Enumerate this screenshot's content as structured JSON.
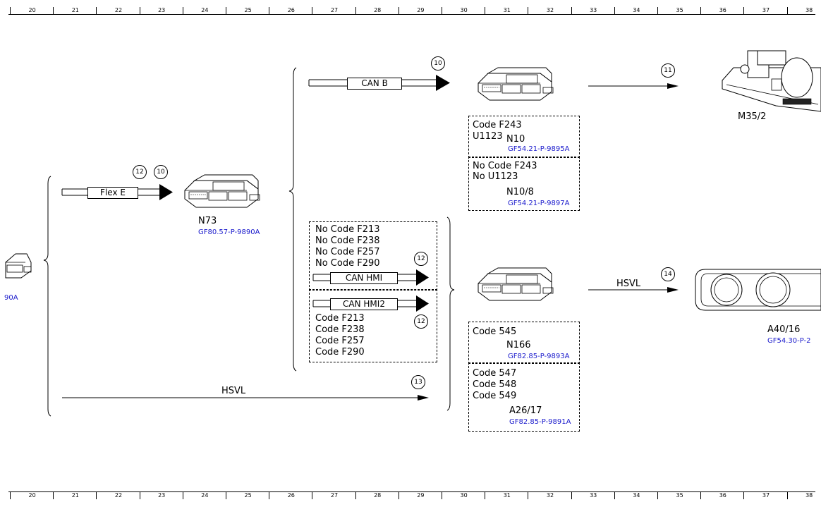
{
  "ruler": {
    "start": 20,
    "labels": [
      "20",
      "21",
      "22",
      "23",
      "24",
      "25",
      "26",
      "27",
      "28",
      "29",
      "30",
      "31",
      "32",
      "33",
      "34",
      "35",
      "36",
      "37",
      "38"
    ]
  },
  "buses": {
    "flex_e": "Flex E",
    "can_b": "CAN B",
    "can_hmi": "CAN HMI",
    "can_hmi2": "CAN HMI2",
    "hsvl_bottom": "HSVL",
    "hsvl_right": "HSVL"
  },
  "callouts": {
    "c12_flex": "12",
    "c10_flex": "10",
    "c10_canb": "10",
    "c11": "11",
    "c12_hmi": "12",
    "c12_hmi2": "12",
    "c13": "13",
    "c14": "14"
  },
  "components": {
    "left_ref": "90A",
    "n73": {
      "name": "N73",
      "ref": "GF80.57-P-9890A"
    },
    "m35_2": {
      "name": "M35/2"
    },
    "a40_16": {
      "name": "A40/16",
      "ref": "GF54.30-P-2"
    }
  },
  "n10_box": {
    "upper_codes": [
      "Code F243",
      "U1123"
    ],
    "upper_name": "N10",
    "upper_ref": "GF54.21-P-9895A",
    "lower_codes": [
      "No Code F243",
      "No U1123"
    ],
    "lower_name": "N10/8",
    "lower_ref": "GF54.21-P-9897A"
  },
  "hmi_box": {
    "upper_codes": [
      "No Code F213",
      "No Code F238",
      "No Code F257",
      "No Code F290"
    ],
    "lower_codes": [
      "Code F213",
      "Code F238",
      "Code F257",
      "Code F290"
    ]
  },
  "n166_box": {
    "upper_code": "Code 545",
    "upper_name": "N166",
    "upper_ref": "GF82.85-P-9893A",
    "lower_codes": [
      "Code 547",
      "Code 548",
      "Code 549"
    ],
    "lower_name": "A26/17",
    "lower_ref": "GF82.85-P-9891A"
  }
}
